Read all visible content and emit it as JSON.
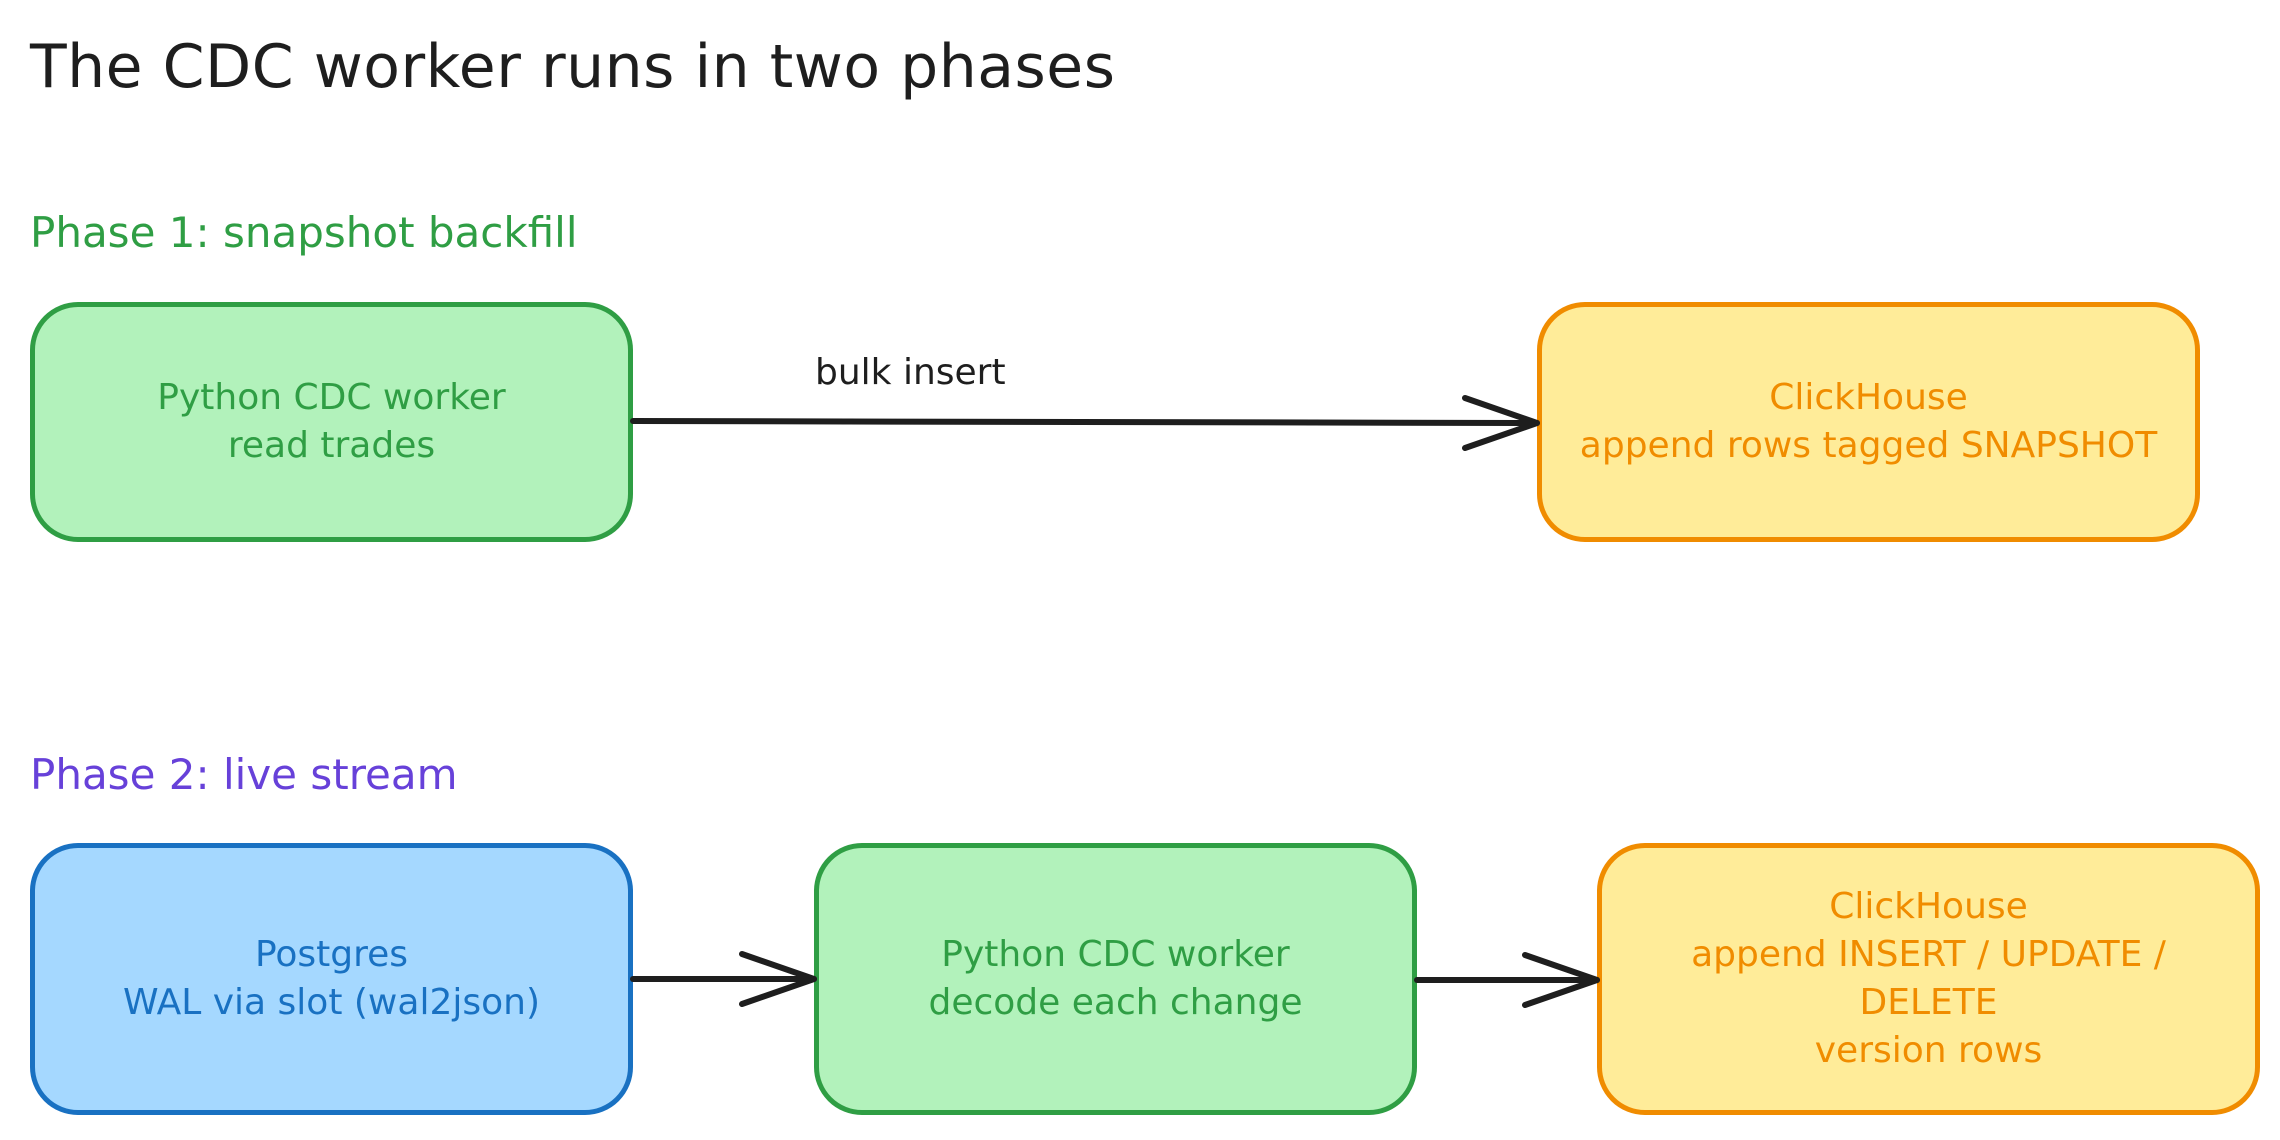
{
  "title": "The CDC worker runs in two phases",
  "phase1": {
    "label": "Phase 1: snapshot backfill",
    "worker": {
      "line1": "Python CDC worker",
      "line2": "read trades"
    },
    "edge_label": "bulk insert",
    "clickhouse": {
      "line1": "ClickHouse",
      "line2": "append rows tagged SNAPSHOT"
    }
  },
  "phase2": {
    "label": "Phase 2: live stream",
    "postgres": {
      "line1": "Postgres",
      "line2": "WAL via slot (wal2json)"
    },
    "worker": {
      "line1": "Python CDC worker",
      "line2": "decode each change"
    },
    "clickhouse": {
      "line1": "ClickHouse",
      "line2": "append INSERT / UPDATE /",
      "line3": "DELETE",
      "line4": "version rows"
    }
  },
  "colors": {
    "green_fill": "#b2f2bb",
    "green_stroke": "#2f9e44",
    "yellow_fill": "#ffec99",
    "yellow_stroke": "#f08c00",
    "blue_fill": "#a5d8ff",
    "blue_stroke": "#1971c2",
    "phase2_label": "#6741d9",
    "ink": "#1e1e1e"
  }
}
